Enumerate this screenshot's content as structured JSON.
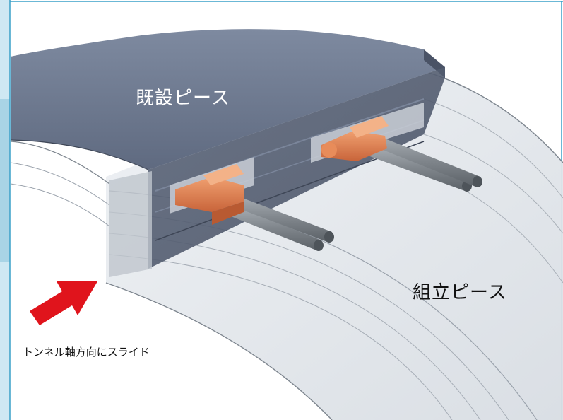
{
  "labels": {
    "existing_piece": "既設ピース",
    "assembly_piece": "組立ピース",
    "slide_direction": "トンネル軸方向にスライド"
  },
  "colors": {
    "existing_top": "#6e7a90",
    "existing_side": "#5a6478",
    "assembly_fill": "#e4e8ec",
    "joint": "#e07e4e",
    "arrow": "#e0141c",
    "rod": "#8c9298",
    "frame_blue": "#bfe0ee"
  },
  "icons": {
    "arrow": "slide-arrow-icon"
  }
}
